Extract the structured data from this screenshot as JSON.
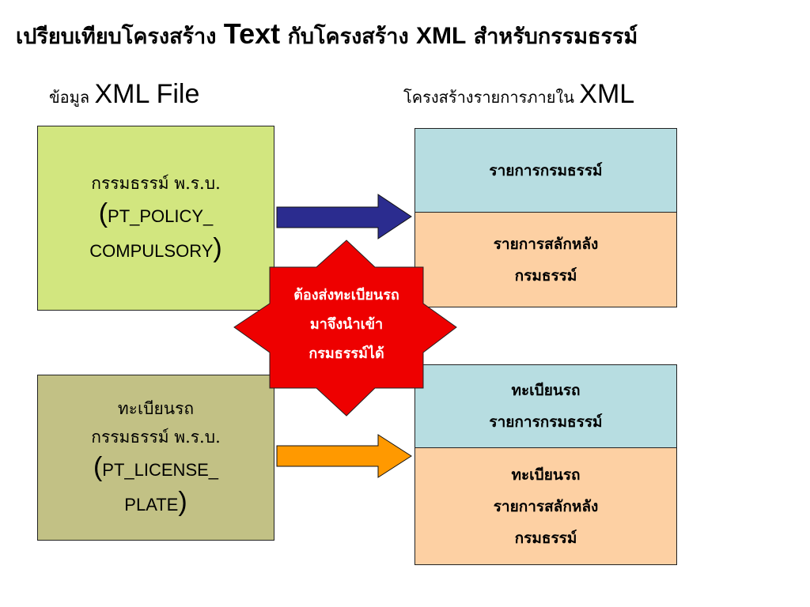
{
  "title": {
    "part1": "เปรียบเทียบโครงสร้าง",
    "text_word": "Text",
    "part2": "กับโครงสร้าง",
    "xml_word": "XML",
    "part3": "สำหรับกรรมธรรม์"
  },
  "left_heading": {
    "thai": "ข้อมูล",
    "latin": "XML File"
  },
  "right_heading": {
    "thai": "โครงสร้างรายการภายใน",
    "latin": "XML"
  },
  "source_boxes": [
    {
      "lines": [
        "กรรมธรรม์ พ.ร.บ."
      ],
      "code_line1": "PT_POLICY_",
      "code_line2": "COMPULSORY"
    },
    {
      "lines": [
        "ทะเบียนรถ",
        "กรรมธรรม์ พ.ร.บ."
      ],
      "code_line1": "PT_LICENSE_",
      "code_line2": "PLATE"
    }
  ],
  "paren_open": "(",
  "paren_close": ")",
  "target_groups": [
    {
      "top_lines": [
        "รายการกรมธรรม์"
      ],
      "bottom_lines": [
        "รายการสลักหลัง",
        "กรมธรรม์"
      ]
    },
    {
      "top_lines": [
        "ทะเบียนรถ",
        "รายการกรมธรรม์"
      ],
      "bottom_lines": [
        "ทะเบียนรถ",
        "รายการสลักหลัง",
        "กรมธรรม์"
      ]
    }
  ],
  "callout": {
    "lines": [
      "ต้องส่งทะเบียนรถ",
      "มาจึงนำเข้า",
      "กรมธรรม์ได้"
    ]
  },
  "colors": {
    "source1_fill": "#d2e67f",
    "source2_fill": "#c2c185",
    "target_top_fill": "#b7dde1",
    "target_bottom_fill": "#fdd0a3",
    "arrow1_fill": "#2b2c8f",
    "arrow2_fill": "#ff9900",
    "callout_fill": "#ee0000"
  }
}
